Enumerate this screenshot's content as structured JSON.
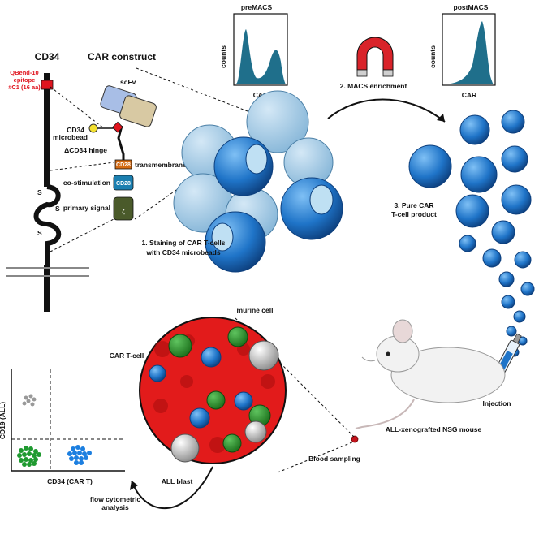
{
  "construct": {
    "cd34_title": "CD34",
    "car_title": "CAR construct",
    "epitope_line1": "QBend-10",
    "epitope_line2": "epitope",
    "epitope_line3": "#C1 (16 aa)",
    "scfv": "scFv",
    "microbead_line1": "CD34",
    "microbead_line2": "microbead",
    "hinge": "ΔCD34 hinge",
    "transmembrane": "transmembrane",
    "costim": "co-stimulation",
    "primary": "primary signal",
    "cd28_box": "CD28",
    "cd28_box2": "CD28",
    "zeta": "ζ",
    "disulfide": "S"
  },
  "histograms": {
    "pre_title": "preMACS",
    "post_title": "postMACS",
    "ylabel": "counts",
    "xlabel": "CAR"
  },
  "steps": {
    "step1_line1": "1. Staining of CAR T-cells",
    "step1_line2": "with CD34 microbeads",
    "step2": "2. MACS enrichment",
    "step3_line1": "3. Pure CAR",
    "step3_line2": "T-cell product"
  },
  "mouse": {
    "injection": "Injection",
    "name": "ALL-xenografted NSG mouse",
    "blood_sampling": "Blood sampling"
  },
  "blood": {
    "murine_cell": "murine cell",
    "car_tcell": "CAR T-cell",
    "all_blast": "ALL blast"
  },
  "flow": {
    "ylabel": "CD19 (ALL)",
    "xlabel": "CD34 (CAR T)",
    "analysis_line1": "flow cytometric",
    "analysis_line2": "analysis"
  },
  "colors": {
    "car_cell": "#1e6fc4",
    "bead": "#f3e02e",
    "blood": "#e21b1b",
    "hist": "#1f6f8b",
    "magnet": "#d9232a",
    "green_cell": "#2ca02c",
    "cd28": "#d46a12"
  }
}
